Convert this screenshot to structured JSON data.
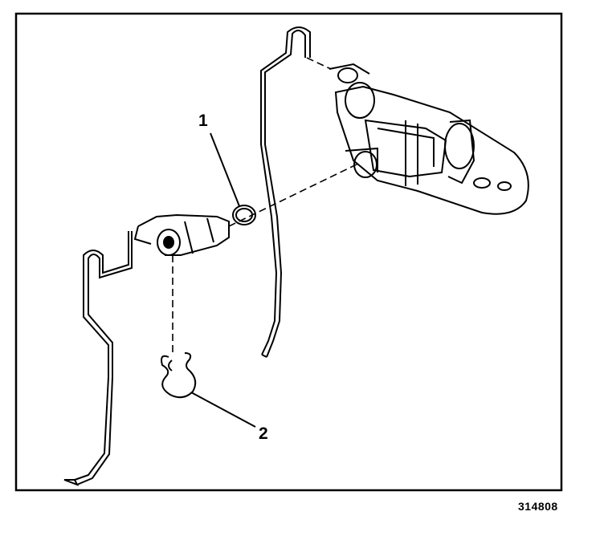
{
  "callouts": {
    "one": "1",
    "two": "2"
  },
  "figure_number": "314808"
}
